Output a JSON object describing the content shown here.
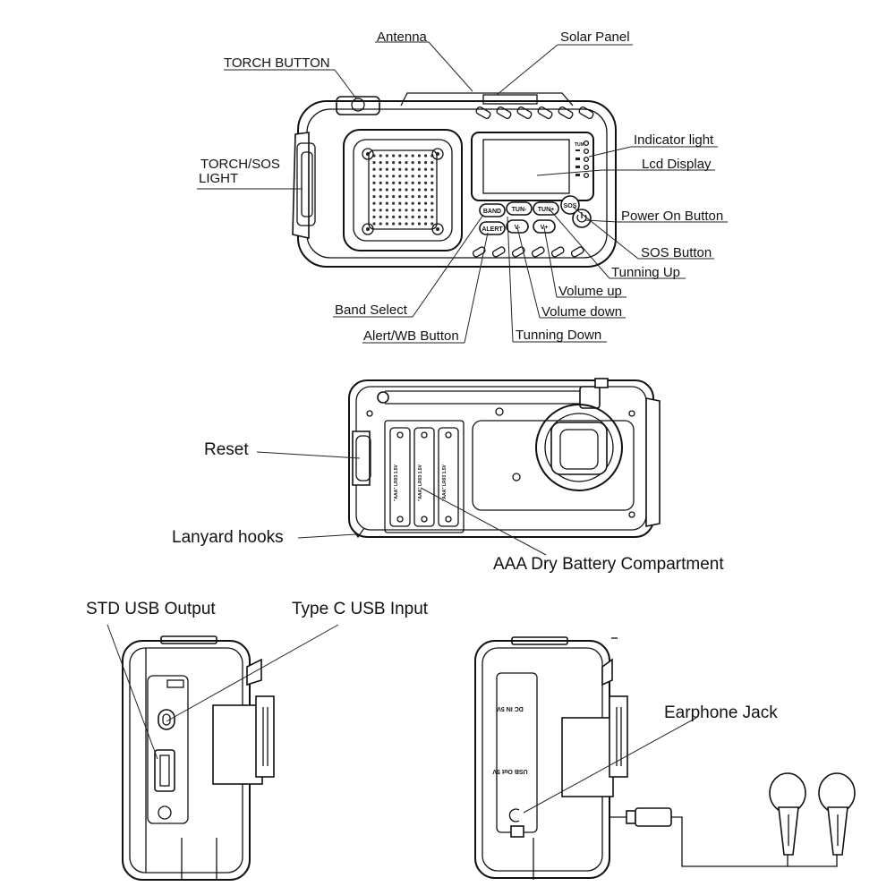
{
  "front_view": {
    "labels": {
      "antenna": "Antenna",
      "solar_panel": "Solar Panel",
      "torch_button": "TORCH BUTTON",
      "torch_sos_light_line1": "TORCH/SOS",
      "torch_sos_light_line2": "LIGHT",
      "indicator_light": "Indicator light",
      "lcd_display": "Lcd Display",
      "power_on_button": "Power On Button",
      "sos_button": "SOS Button",
      "tunning_up": "Tunning Up",
      "volume_up": "Volume up",
      "volume_down": "Volume down",
      "tunning_down": "Tunning Down",
      "band_select": "Band Select",
      "alert_wb_button": "Alert/WB Button"
    },
    "device_text": {
      "band": "BAND",
      "alert": "ALERT",
      "tun_minus": "TUN-",
      "tun_plus": "TUN+",
      "v_minus": "V-",
      "v_plus": "V+",
      "sos": "SOS",
      "tun_indicator": "TUN"
    }
  },
  "back_view": {
    "labels": {
      "reset": "Reset",
      "lanyard_hooks": "Lanyard hooks",
      "battery_compartment": "AAA Dry Battery Compartment"
    },
    "battery_text": "\"AAA\" LR03 1.5V"
  },
  "side_views": {
    "labels": {
      "std_usb_output": "STD USB Output",
      "type_c_usb_input": "Type C  USB Input",
      "earphone_jack": "Earphone Jack"
    },
    "panel_text": {
      "dc_in": "DC IN 5V",
      "usb_out": "USB Out 5V"
    }
  }
}
